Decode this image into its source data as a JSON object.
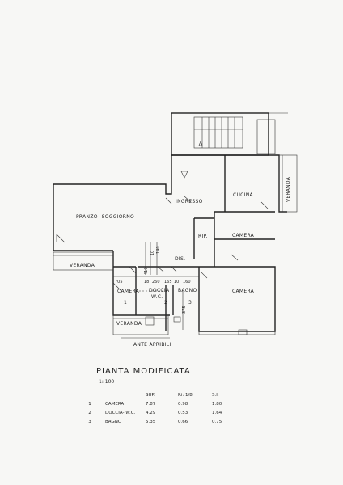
{
  "rooms": {
    "pranzo": "PRANZO- SOGGIORNO",
    "ingresso": "INGRESSO",
    "cucina": "CUCINA",
    "veranda_right": "VERANDA",
    "rip": "RIP.",
    "camera_right_top": "CAMERA",
    "dis": "DIS.",
    "veranda_left": "VERANDA",
    "camera_1": "CAMERA",
    "doccia": "DOCCIA",
    "wc": "W.C.",
    "bagno": "BAGNO",
    "camera_right_bottom": "CAMERA",
    "veranda_bottom": "VERANDA",
    "ante": "ANTE APRIBILI",
    "num_1": "1",
    "num_2": "2",
    "num_3": "3"
  },
  "dimensions": {
    "d705": "705",
    "d18": "18",
    "d260": "260",
    "d165": "165",
    "d10a": "10",
    "d160": "160",
    "d410": "410",
    "d10b": "10",
    "d140": "140",
    "d375": "375"
  },
  "title": "PIANTA MODIFICATA",
  "scale": "1: 100",
  "table": {
    "headers": [
      "SUP.",
      "Ri: 1/8",
      "S.I."
    ],
    "rows": [
      {
        "n": "1",
        "name": "CAMERA",
        "sup": "7.87",
        "ri": "0.98",
        "si": "1.80"
      },
      {
        "n": "2",
        "name": "DOCCIA- W.C.",
        "sup": "4.29",
        "ri": "0.53",
        "si": "1.64"
      },
      {
        "n": "3",
        "name": "BAGNO",
        "sup": "5.35",
        "ri": "0.66",
        "si": "0.75"
      }
    ]
  }
}
